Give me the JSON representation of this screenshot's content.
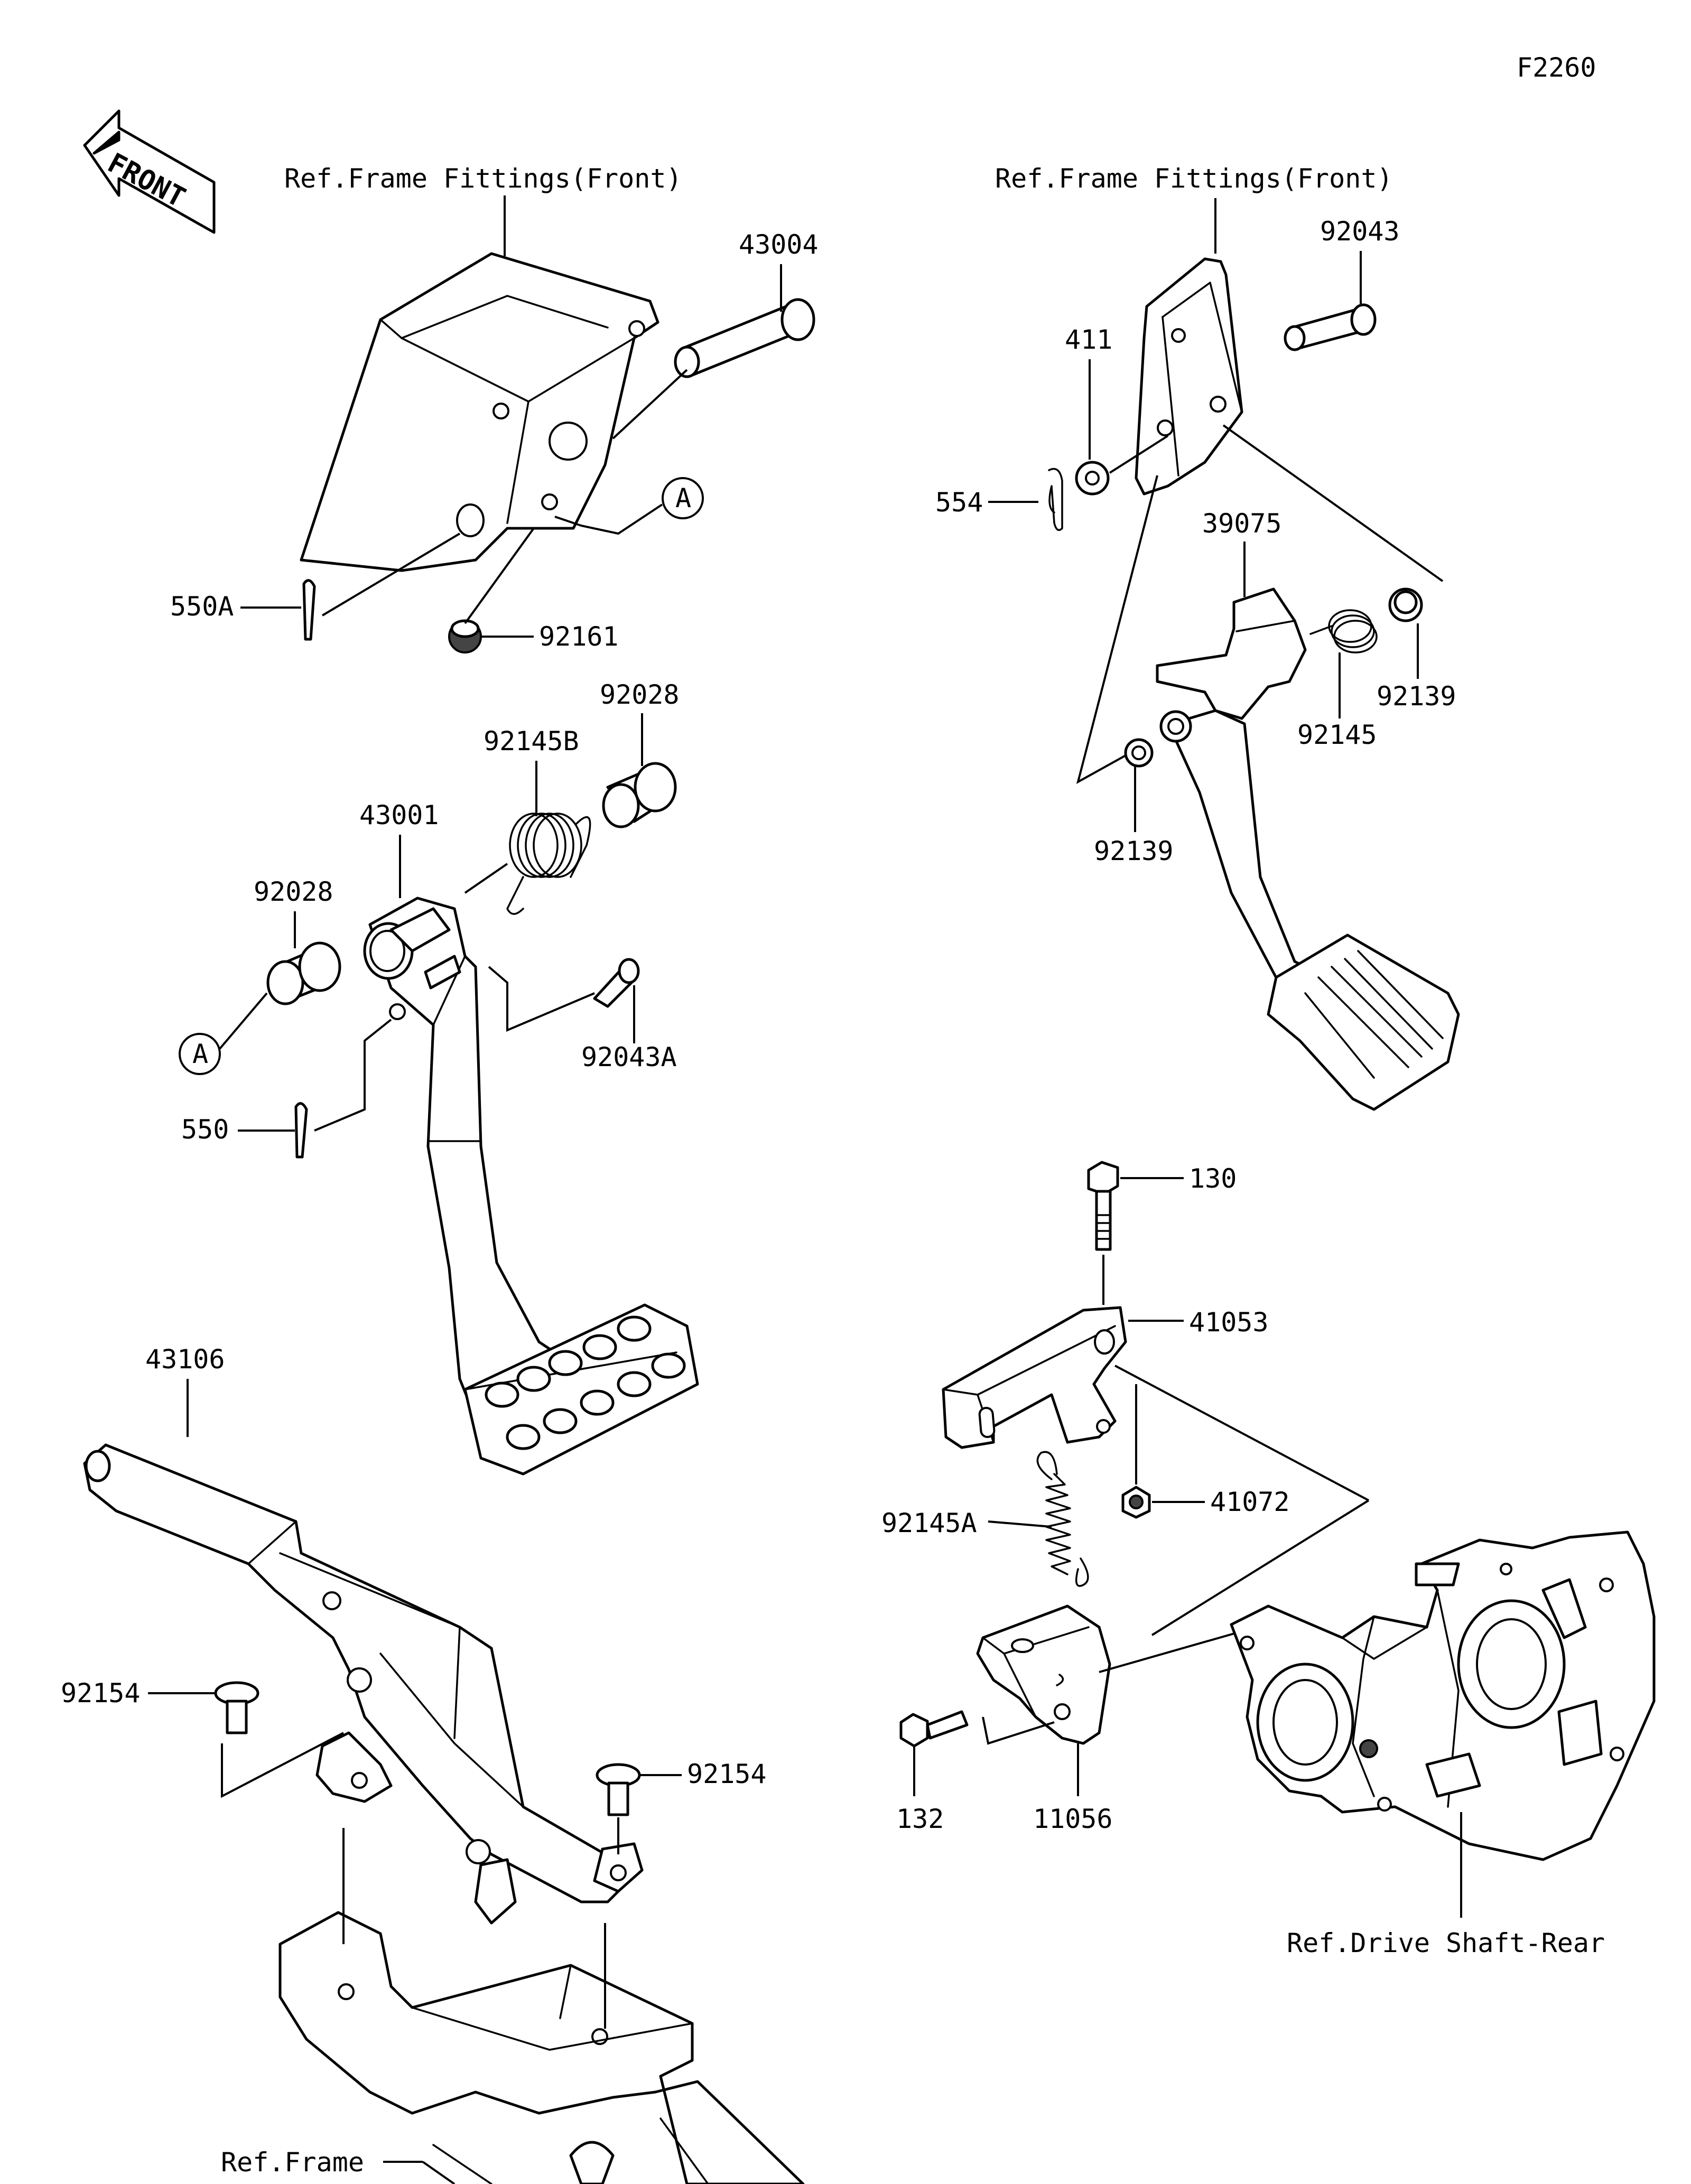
{
  "figure_code": "F2260",
  "front_arrow": {
    "text": "FRONT",
    "icon": "front-direction-arrow-icon"
  },
  "refs": {
    "frame_fittings_left": "Ref.Frame Fittings(Front)",
    "frame_fittings_right": "Ref.Frame Fittings(Front)",
    "frame": "Ref.Frame",
    "drive_shaft_rear": "Ref.Drive Shaft-Rear"
  },
  "markers": {
    "a_top": "A",
    "a_bottom": "A"
  },
  "parts": {
    "p43004": "43004",
    "p550a": "550A",
    "p92161": "92161",
    "p92028_top": "92028",
    "p92145b": "92145B",
    "p43001": "43001",
    "p92028_left": "92028",
    "p92043a": "92043A",
    "p550": "550",
    "p92043": "92043",
    "p411": "411",
    "p554": "554",
    "p39075": "39075",
    "p92139_right": "92139",
    "p92145": "92145",
    "p92139_left": "92139",
    "p130": "130",
    "p41053": "41053",
    "p41072": "41072",
    "p92145a": "92145A",
    "p132": "132",
    "p11056": "11056",
    "p43106": "43106",
    "p92154_left": "92154",
    "p92154_right": "92154"
  }
}
